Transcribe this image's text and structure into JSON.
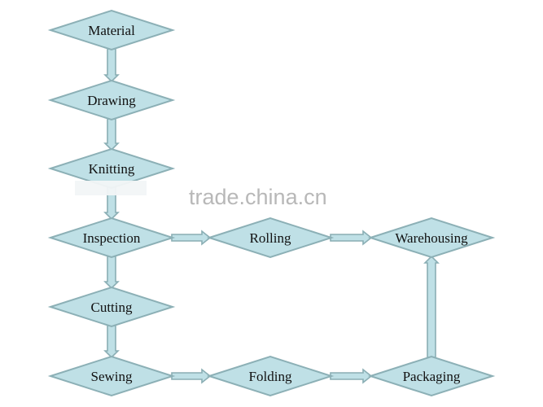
{
  "diagram": {
    "type": "flowchart",
    "colors": {
      "node_fill": "#bfe0e6",
      "node_stroke": "#8cb0b6",
      "arrow_fill": "#bfe0e6",
      "arrow_stroke": "#8aaeb4",
      "text": "#111111",
      "watermark": "#b8b8b8"
    },
    "nodes": [
      {
        "id": "material",
        "label": "Material"
      },
      {
        "id": "drawing",
        "label": "Drawing"
      },
      {
        "id": "knitting",
        "label": "Knitting"
      },
      {
        "id": "inspection",
        "label": "Inspection"
      },
      {
        "id": "rolling",
        "label": "Rolling"
      },
      {
        "id": "warehousing",
        "label": "Warehousing"
      },
      {
        "id": "cutting",
        "label": "Cutting"
      },
      {
        "id": "sewing",
        "label": "Sewing"
      },
      {
        "id": "folding",
        "label": "Folding"
      },
      {
        "id": "packaging",
        "label": "Packaging"
      }
    ],
    "edges": [
      {
        "from": "material",
        "to": "drawing"
      },
      {
        "from": "drawing",
        "to": "knitting"
      },
      {
        "from": "knitting",
        "to": "inspection"
      },
      {
        "from": "inspection",
        "to": "rolling"
      },
      {
        "from": "rolling",
        "to": "warehousing"
      },
      {
        "from": "inspection",
        "to": "cutting"
      },
      {
        "from": "cutting",
        "to": "sewing"
      },
      {
        "from": "sewing",
        "to": "folding"
      },
      {
        "from": "folding",
        "to": "packaging"
      },
      {
        "from": "packaging",
        "to": "warehousing"
      }
    ]
  },
  "watermark": "trade.china.cn"
}
